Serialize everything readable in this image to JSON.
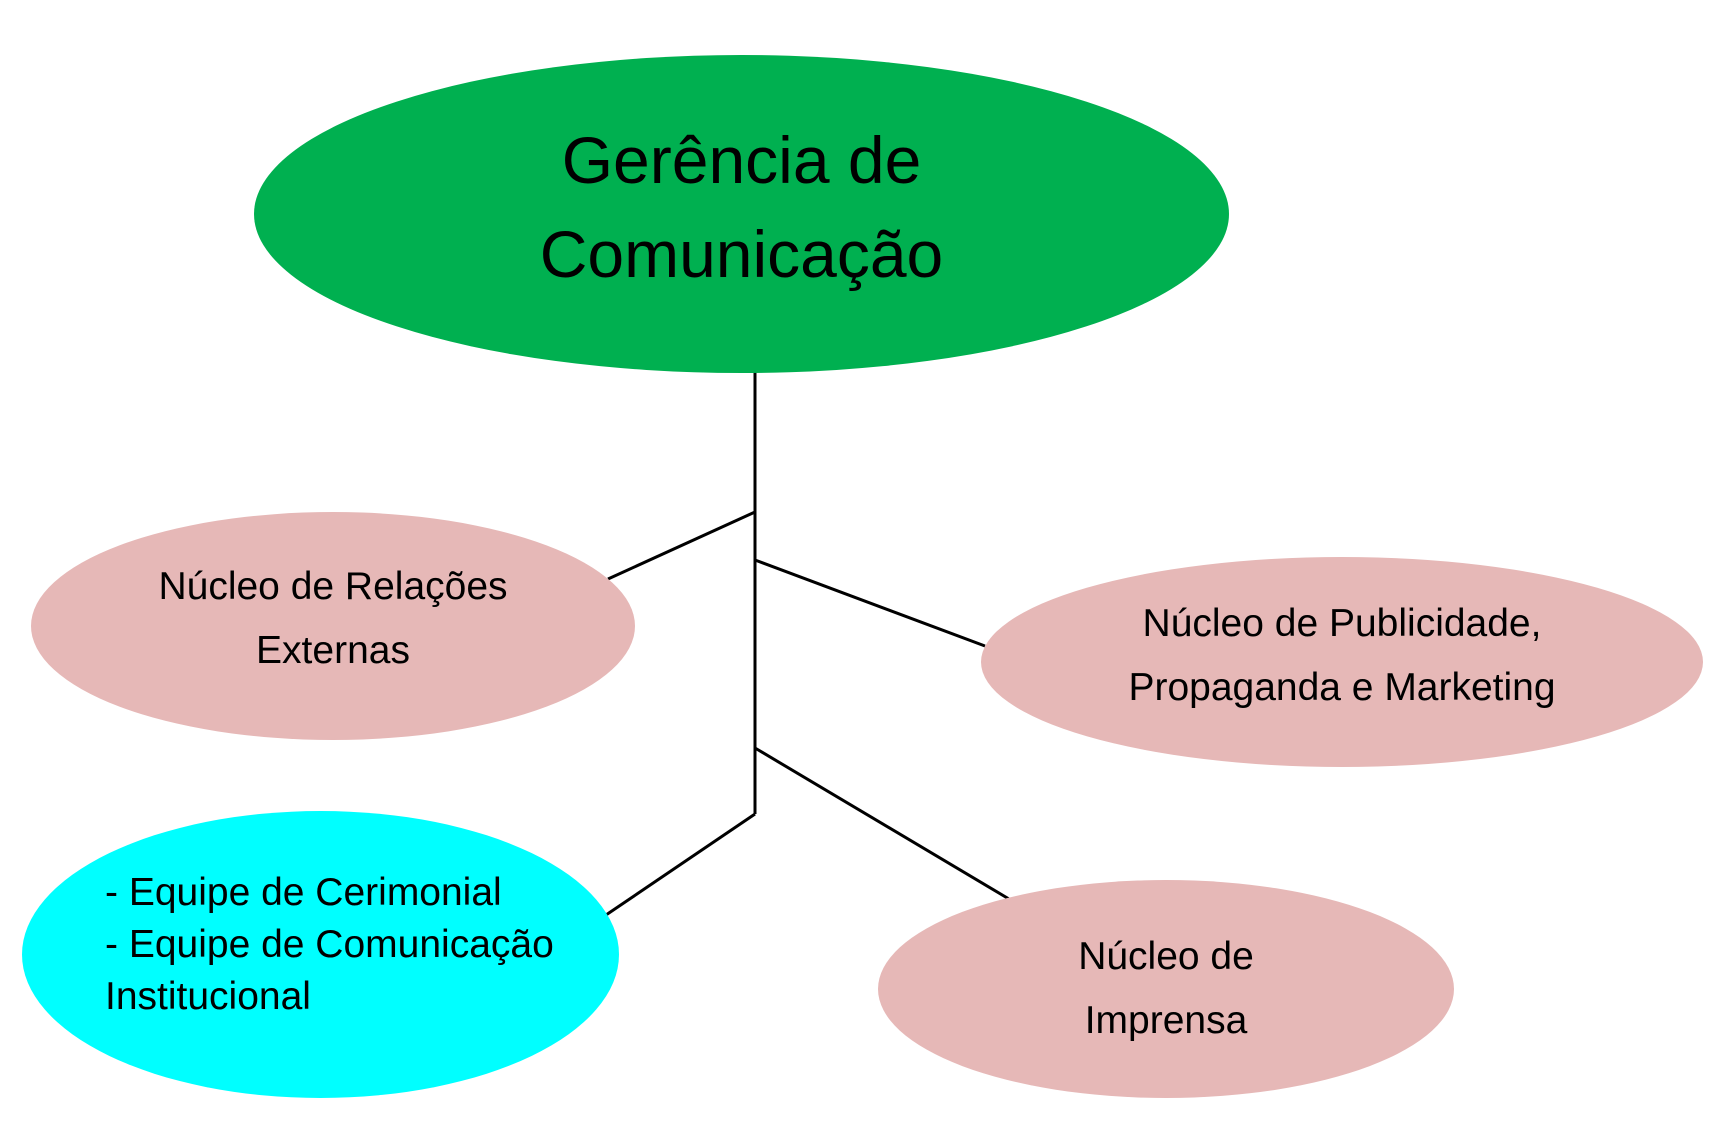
{
  "diagram": {
    "root": {
      "lines": [
        "Gerência de",
        "Comunicação"
      ],
      "color": "#00B050"
    },
    "nodes": {
      "relacoes": {
        "lines": [
          "Núcleo de Relações",
          "Externas"
        ],
        "color": "#E6B8B7"
      },
      "publicidade": {
        "lines": [
          "Núcleo de Publicidade,",
          "Propaganda e Marketing"
        ],
        "color": "#E6B8B7"
      },
      "equipes": {
        "lines": [
          "- Equipe de Cerimonial",
          "- Equipe de Comunicação",
          "Institucional"
        ],
        "color": "#00FFFF"
      },
      "imprensa": {
        "lines": [
          "Núcleo de",
          "Imprensa"
        ],
        "color": "#E6B8B7"
      }
    },
    "line_color": "#000000"
  }
}
